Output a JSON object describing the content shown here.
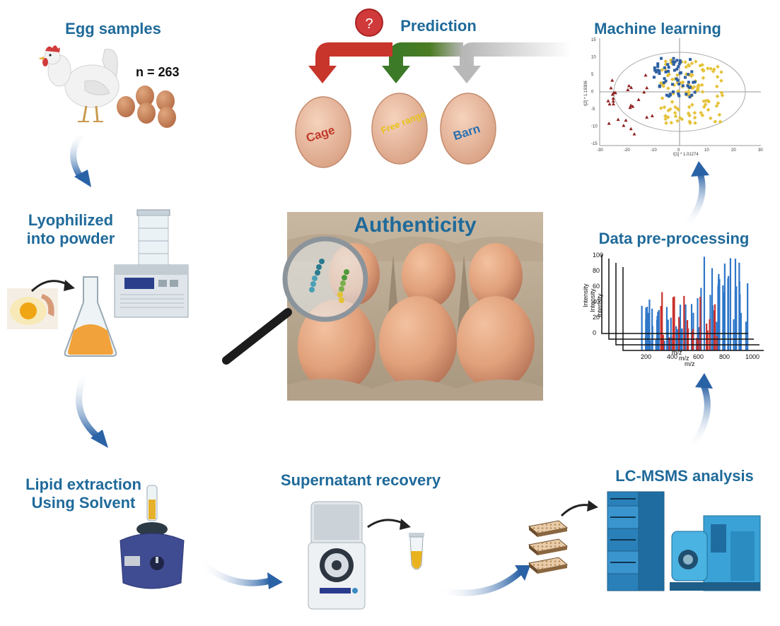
{
  "steps": {
    "egg_samples": "Egg samples",
    "sample_count": "n = 263",
    "lyophilized_line1": "Lyophilized",
    "lyophilized_line2": "into powder",
    "lipid_line1": "Lipid extraction",
    "lipid_line2": "Using Solvent",
    "supernatant": "Supernatant recovery",
    "lcmsms": "LC-MSMS analysis",
    "preprocessing": "Data pre-processing",
    "machine_learning": "Machine learning",
    "prediction": "Prediction",
    "question_mark": "?"
  },
  "center": {
    "title": "Authenticity"
  },
  "eggs": [
    {
      "label": "Cage",
      "color": "#c0392b"
    },
    {
      "label": "Free range",
      "color": "#e8c21a"
    },
    {
      "label": "Barn",
      "color": "#2a6fb0"
    }
  ],
  "colors": {
    "title": "#1f6a9a",
    "cage_arrow": "#c8352b",
    "free_range_arrow": "#3c7a28",
    "barn_arrow": "#b8b8b8",
    "process_arrow": "#2a62a6"
  },
  "pca_plot": {
    "xlabel": "t[1] * 1.01274",
    "ylabel": "t[2] * 1.19306",
    "xticks": [
      "-30",
      "-20",
      "-10",
      "0",
      "10",
      "20",
      "30"
    ],
    "yticks": [
      "15",
      "10",
      "5",
      "0",
      "-5",
      "-10",
      "-15"
    ]
  },
  "ms_plot": {
    "ylabel": "Intensity",
    "xlabel": "m/z",
    "xticks": [
      "200",
      "400",
      "600",
      "800",
      "1000"
    ],
    "yticks": [
      "100",
      "80",
      "60",
      "40",
      "20",
      "0"
    ]
  }
}
